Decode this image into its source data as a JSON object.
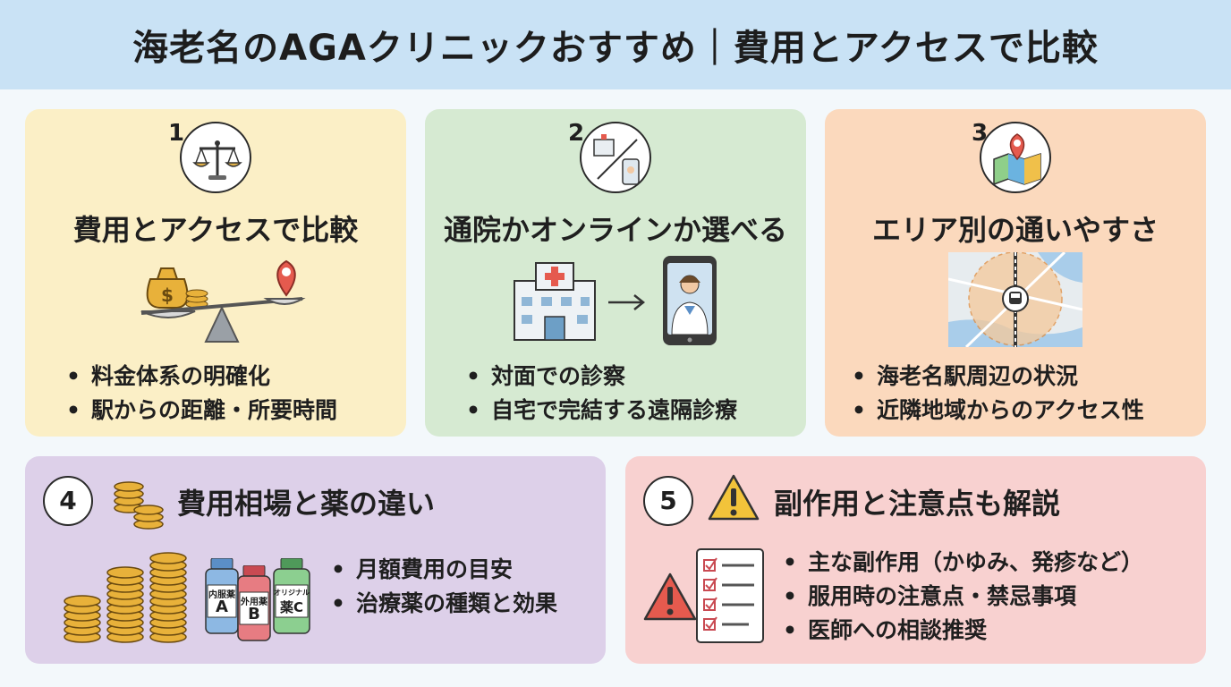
{
  "header": {
    "title": "海老名のAGAクリニックおすすめ｜費用とアクセスで比較"
  },
  "cards": [
    {
      "number": "1",
      "title": "費用とアクセスで比較",
      "icon": "balance-scale-icon",
      "bullets": [
        "料金体系の明確化",
        "駅からの距離・所要時間"
      ]
    },
    {
      "number": "2",
      "title": "通院かオンラインか選べる",
      "icon": "clinic-or-phone-icon",
      "bullets": [
        "対面での診察",
        "自宅で完結する遠隔診療"
      ]
    },
    {
      "number": "3",
      "title": "エリア別の通いやすさ",
      "icon": "map-pin-icon",
      "bullets": [
        "海老名駅周辺の状況",
        "近隣地域からのアクセス性"
      ]
    },
    {
      "number": "4",
      "title": "費用相場と薬の違い",
      "icon": "coin-stack-icon",
      "bullets": [
        "月額費用の目安",
        "治療薬の種類と効果"
      ],
      "bottles": [
        {
          "label": "内服薬",
          "letter": "A"
        },
        {
          "label": "外用薬",
          "letter": "B"
        },
        {
          "label": "オリジナル",
          "letter": "薬C"
        }
      ]
    },
    {
      "number": "5",
      "title": "副作用と注意点も解説",
      "icon": "warning-icon",
      "bullets": [
        "主な副作用（かゆみ、発疹など）",
        "服用時の注意点・禁忌事項",
        "医師への相談推奨"
      ]
    }
  ],
  "colors": {
    "header_bg": "#c9e2f5",
    "card1": "#fbefc6",
    "card2": "#d6ead2",
    "card3": "#fbd9bd",
    "card4": "#ddd0e9",
    "card5": "#f8d1d0"
  }
}
